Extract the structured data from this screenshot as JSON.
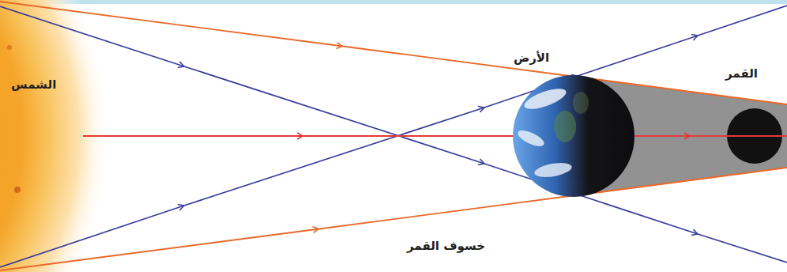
{
  "diagram": {
    "caption": "خسوف القمر",
    "labels": [
      "الشمس",
      "الأرض",
      "القمر"
    ]
  }
}
